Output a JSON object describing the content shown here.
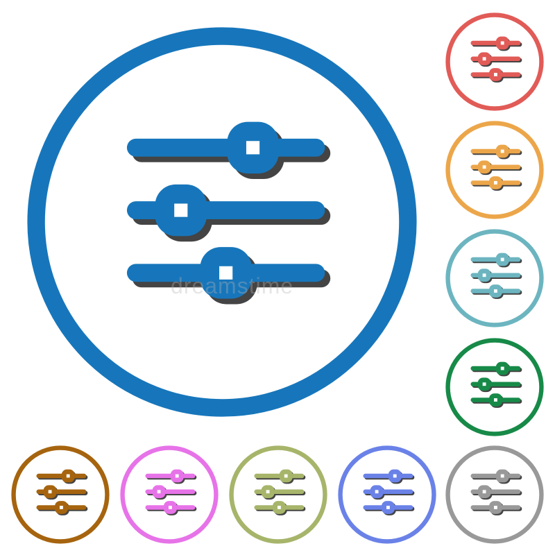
{
  "main_icon": {
    "name": "equalizer-icon",
    "color": "#1776bb"
  },
  "variants": [
    {
      "name": "equalizer-icon-red",
      "color": "#e15b57"
    },
    {
      "name": "equalizer-icon-orange",
      "color": "#eca64a"
    },
    {
      "name": "equalizer-icon-teal",
      "color": "#6cb5c0"
    },
    {
      "name": "equalizer-icon-green",
      "color": "#178a48"
    },
    {
      "name": "equalizer-icon-brown",
      "color": "#a6640e"
    },
    {
      "name": "equalizer-icon-pink",
      "color": "#e773e8"
    },
    {
      "name": "equalizer-icon-olive",
      "color": "#a6b56a"
    },
    {
      "name": "equalizer-icon-blue",
      "color": "#6a82e8"
    },
    {
      "name": "equalizer-icon-gray",
      "color": "#999999"
    }
  ],
  "slider_knob_levels": [
    0.65,
    0.25,
    0.5
  ],
  "watermark_text": "dreamstime"
}
